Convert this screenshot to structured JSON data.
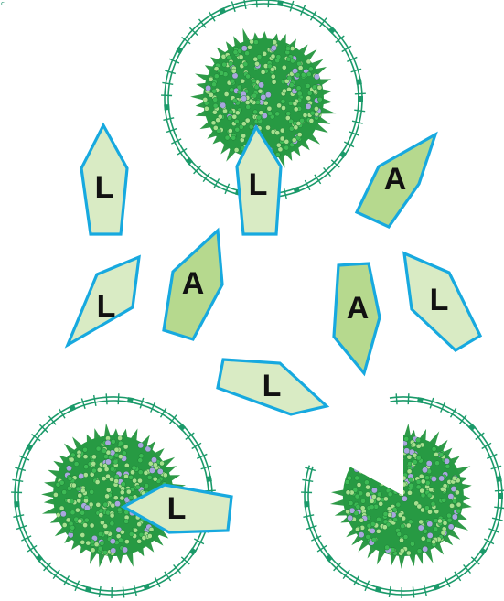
{
  "corner_mark": "c",
  "colors": {
    "outline": "#17a9df",
    "light_fill": "#d9ebc4",
    "dark_fill": "#b6d98e",
    "ring": "#1b9a6a",
    "cell_green": "#3dba55",
    "cell_light": "#a7e08f",
    "cell_purple": "#a9a6de",
    "spike": "#2f9a48"
  },
  "cells": [
    {
      "name": "top-cell",
      "state": "whole"
    },
    {
      "name": "bottom-left-cell",
      "state": "pierced"
    },
    {
      "name": "bottom-right-cell",
      "state": "open-wedge"
    }
  ],
  "pieces": [
    {
      "name": "piece-l-1",
      "letter": "L",
      "shade": "light"
    },
    {
      "name": "piece-l-2",
      "letter": "L",
      "shade": "light"
    },
    {
      "name": "piece-a-1",
      "letter": "A",
      "shade": "dark"
    },
    {
      "name": "piece-l-3",
      "letter": "L",
      "shade": "light"
    },
    {
      "name": "piece-a-2",
      "letter": "A",
      "shade": "dark"
    },
    {
      "name": "piece-a-3",
      "letter": "A",
      "shade": "dark"
    },
    {
      "name": "piece-l-4",
      "letter": "L",
      "shade": "light"
    },
    {
      "name": "piece-l-5",
      "letter": "L",
      "shade": "light"
    },
    {
      "name": "piece-l-6",
      "letter": "L",
      "shade": "light"
    }
  ]
}
